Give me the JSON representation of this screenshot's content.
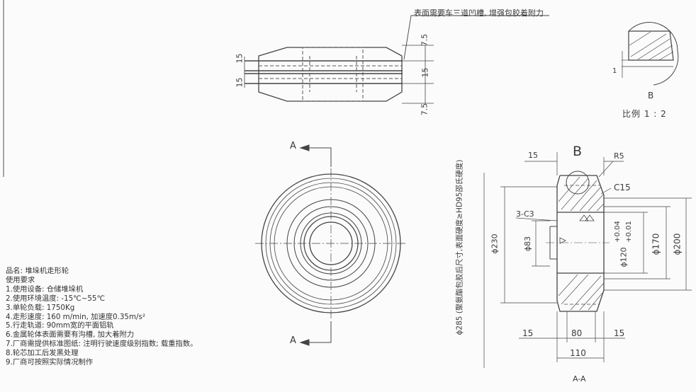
{
  "notes": {
    "surface_note": "表面需要车三道凹槽, 增强包胶着附力"
  },
  "detail_b": {
    "label": "B",
    "scale": "比例 1 : 2",
    "dim_1": "1"
  },
  "top_view": {
    "dim_left_1": "15",
    "dim_left_2": "15",
    "dim_right_1": "7.5",
    "dim_right_2": "15",
    "dim_right_3": "7.5"
  },
  "front_view": {
    "section_label_top": "A",
    "section_label_bottom": "A"
  },
  "section_view": {
    "detail_ref": "B",
    "dim_15_top": "15",
    "r5": "R5",
    "c15": "C15",
    "c3": "3-C3",
    "d230": "ϕ230",
    "d83": "ϕ83",
    "d120": "ϕ120",
    "tol_plus": "+0.04",
    "tol_minus": "+0.01",
    "d170": "ϕ170",
    "d200": "ϕ200",
    "d285_note": "ϕ285 (聚氨酯包胶后尺寸,表面硬度≥HD95邵氏硬度)",
    "dim_15_left": "15",
    "dim_80": "80",
    "dim_15_right": "15",
    "dim_110": "110",
    "label": "A-A"
  },
  "requirements": {
    "name": "品名: 堆垛机走形轮",
    "heading": "使用要求",
    "items": [
      "1.使用设备: 仓储堆垛机",
      "2.使用环境温度: -15℃~55℃",
      "3.单轮负载: 1750Kg",
      "4.走形速度: 160 m/min, 加速度0.35m/s²",
      "5.行走轨道: 90mm宽的平面铝轨",
      "6.金属轮体表面需要有沟槽, 加大着附力",
      "7.厂商需提供标准图纸: 注明行驶速度级别指数; 载重指数。",
      "8.轮芯加工后发黑处理",
      "9.厂商可按照实际情况制作"
    ]
  }
}
